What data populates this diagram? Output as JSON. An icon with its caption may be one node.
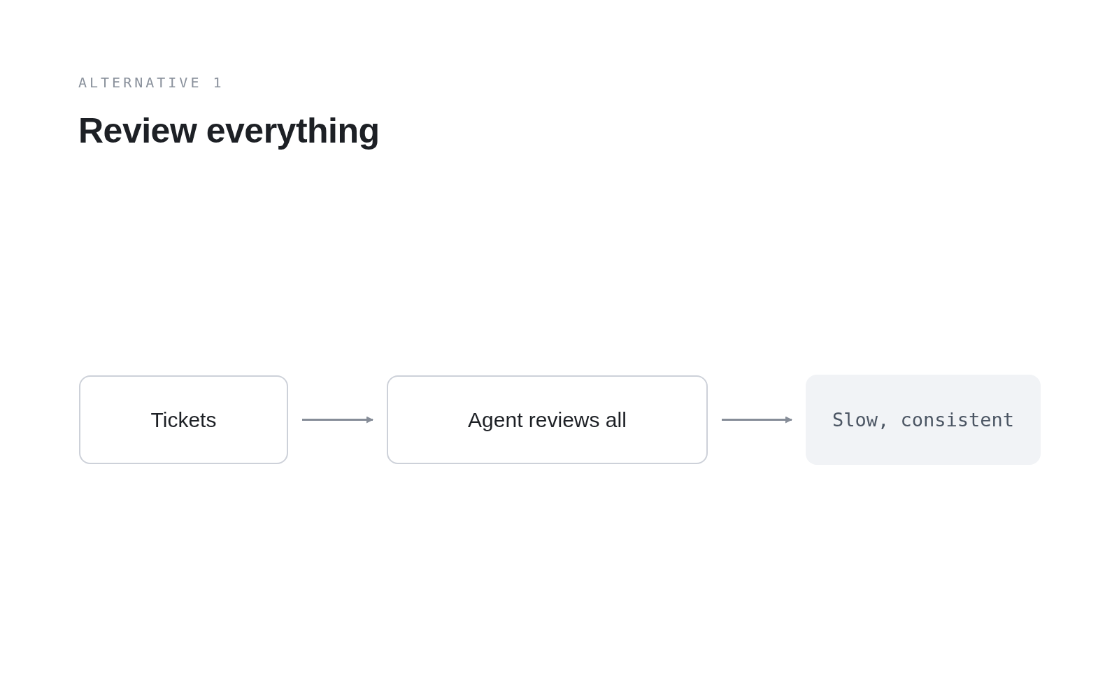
{
  "diagram": {
    "title": "Review everything",
    "nodes": [
      {
        "text": [
          "Tickets"
        ]
      },
      {
        "text": [
          "Agent reviews all"
        ]
      },
      {
        "text": [
          "Slow, consistent"
        ]
      }
    ],
    "edges": [
      {
        "from": 0,
        "to": 1,
        "arrow": "to"
      },
      {
        "from": 1,
        "to": 2,
        "arrow": "to"
      }
    ],
    "labels": [
      "ALTERNATIVE 1"
    ]
  }
}
